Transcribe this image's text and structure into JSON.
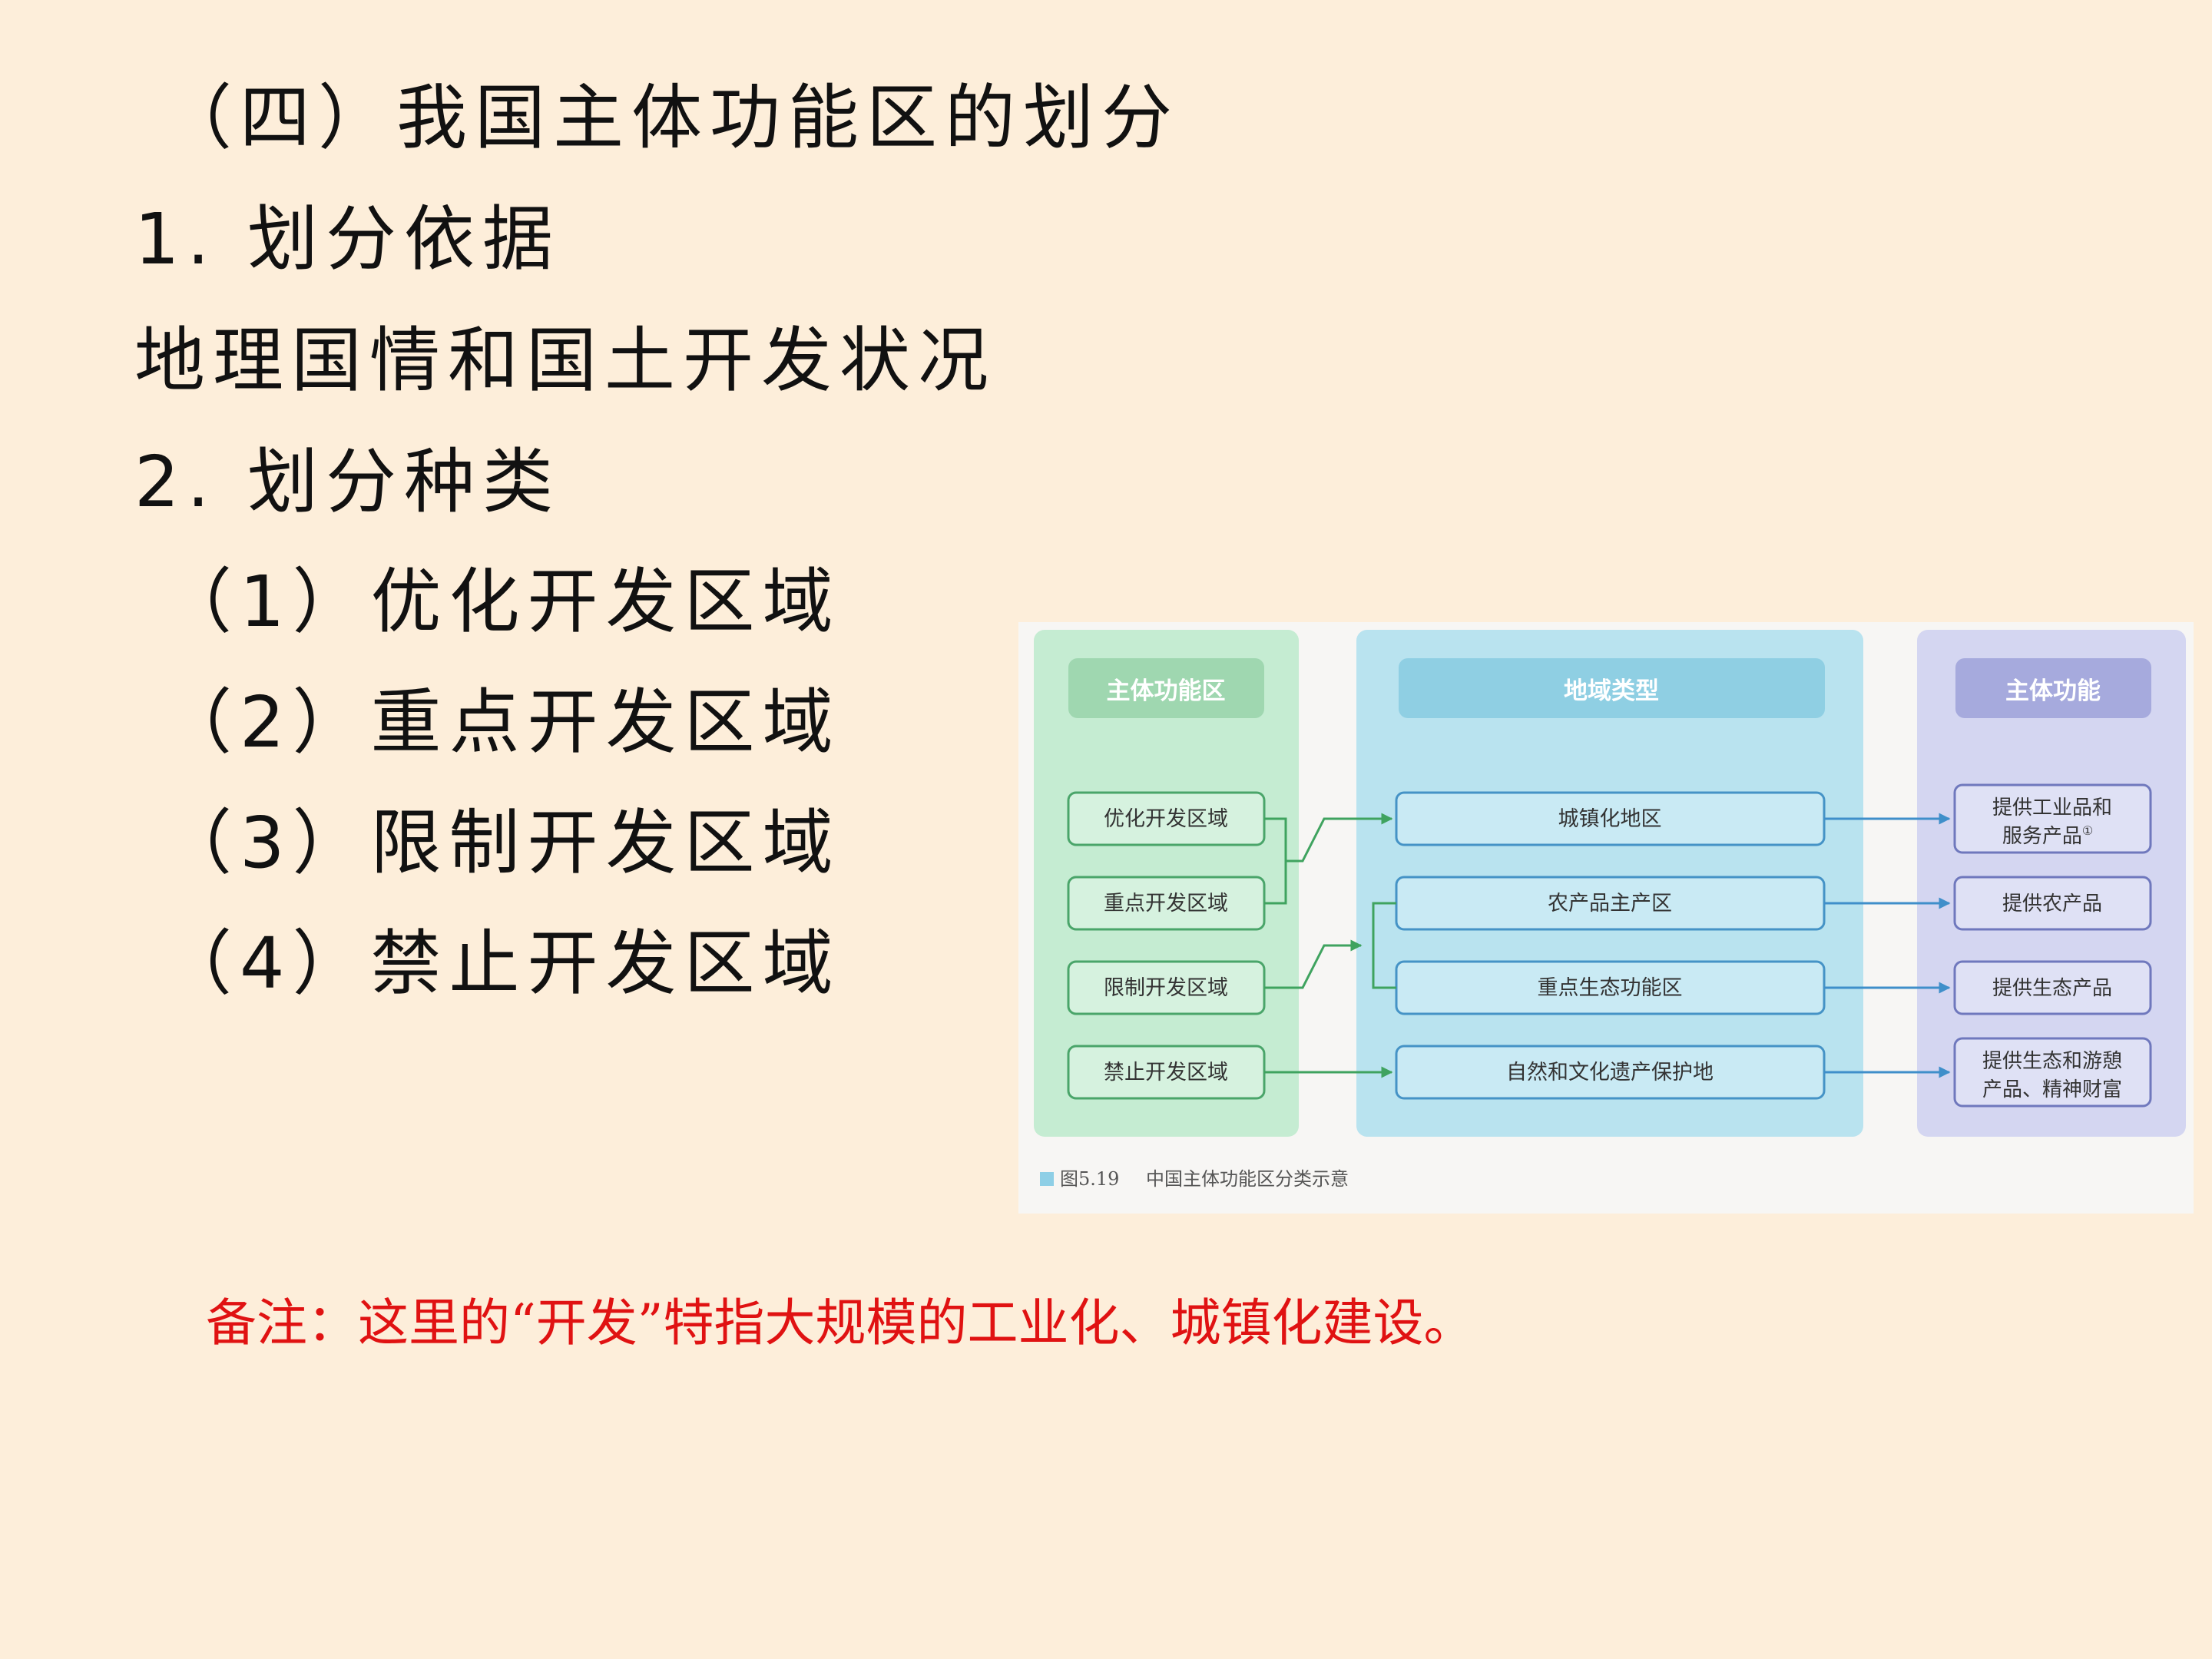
{
  "slide": {
    "title": "（四）我国主体功能区的划分",
    "section1": "1. 划分依据",
    "basis": "地理国情和国土开发状况",
    "section2": "2. 划分种类",
    "types": [
      "（1）优化开发区域",
      "（2）重点开发区域",
      "（3）限制开发区域",
      "（4）禁止开发区域"
    ],
    "note": "备注：这里的“开发”特指大规模的工业化、城镇化建设。"
  },
  "figure": {
    "col1_header": "主体功能区",
    "col2_header": "地域类型",
    "col3_header": "主体功能",
    "zones": [
      "优化开发区域",
      "重点开发区域",
      "限制开发区域",
      "禁止开发区域"
    ],
    "regions": [
      "城镇化地区",
      "农产品主产区",
      "重点生态功能区",
      "自然和文化遗产保护地"
    ],
    "functions": [
      {
        "line1": "提供工业品和",
        "line2": "服务产品",
        "sup": "①"
      },
      {
        "line1": "提供农产品",
        "line2": ""
      },
      {
        "line1": "提供生态产品",
        "line2": ""
      },
      {
        "line1": "提供生态和游憩",
        "line2": "产品、精神财富"
      }
    ],
    "caption_num": "图5.19",
    "caption_text": "中国主体功能区分类示意",
    "colors": {
      "green_panel": "#c5ecd2",
      "green_border": "#4aa56a",
      "blue_panel": "#b9e3ef",
      "blue_border": "#4593c6",
      "purple_panel": "#d4d6f1",
      "purple_border": "#6f78bd",
      "arrow_green": "#3fa35f",
      "arrow_blue": "#3f8fca"
    }
  }
}
